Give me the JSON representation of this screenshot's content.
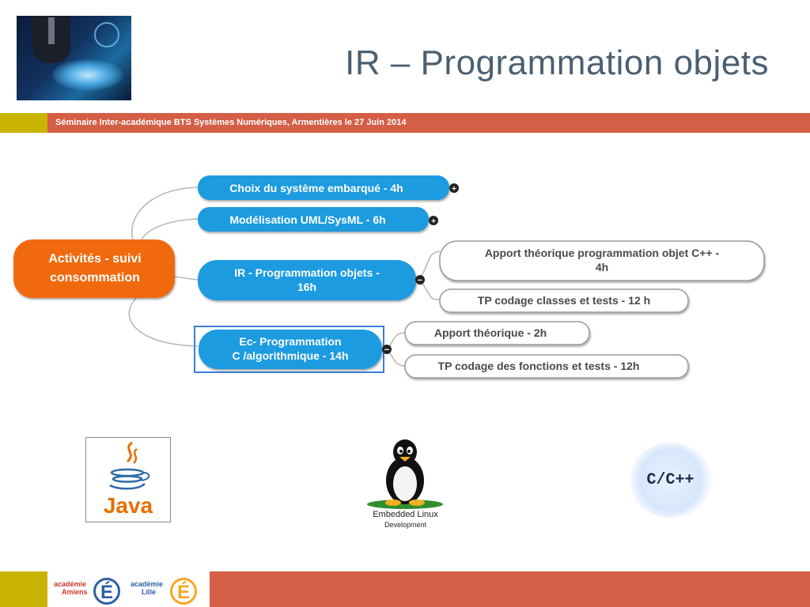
{
  "slide": {
    "title": "IR – Programmation objets",
    "subtitle_band": "Séminaire Inter-académique BTS Systèmes Numériques, Armentières le 27 Juin 2014"
  },
  "mindmap": {
    "root": "Activités - suivi consommation",
    "branches": [
      {
        "label": "Choix du système embarqué - 4h",
        "toggle": "+"
      },
      {
        "label": "Modélisation UML/SysML - 6h",
        "toggle": "+"
      },
      {
        "label": "IR - Programmation objets - 16h",
        "toggle": "−",
        "children": [
          "Apport  théorique programmation objet C++ - 4h",
          "TP codage classes et tests - 12 h"
        ]
      },
      {
        "label": "Ec- Programmation C /algorithmique - 14h",
        "toggle": "−",
        "selected": true,
        "children": [
          "Apport théorique  - 2h",
          "TP codage des fonctions et tests - 12h"
        ]
      }
    ]
  },
  "logos": {
    "java": "Java",
    "linux_title": "Embedded Linux",
    "linux_sub": "Development",
    "cpp": "C/C++"
  },
  "footer": {
    "academie1_line1": "académie",
    "academie1_line2": "Amiens",
    "academie2_line1": "académie",
    "academie2_line2": "Lille",
    "e_letter": "É"
  },
  "colors": {
    "band_red": "#d45e46",
    "band_yellow": "#c8b400",
    "node_blue": "#1e9be0",
    "root_orange": "#f06a0f",
    "title_gray": "#4b5f71"
  }
}
